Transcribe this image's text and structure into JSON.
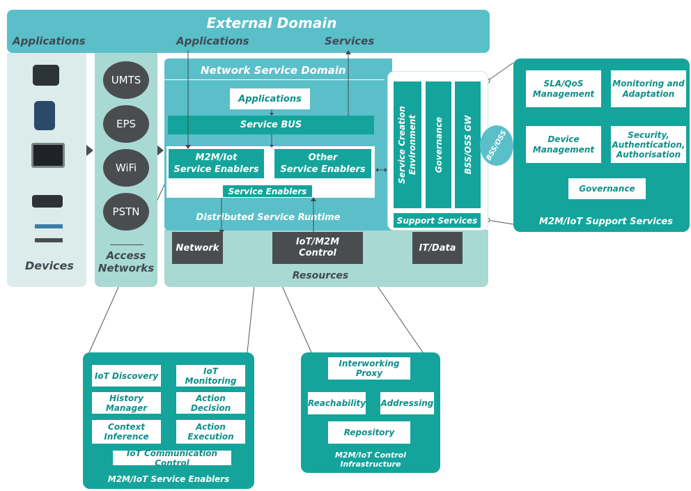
{
  "external_domain": {
    "title": "External Domain",
    "applications_left": "Applications",
    "applications_center": "Applications",
    "services": "Services"
  },
  "devices": {
    "label": "Devices"
  },
  "access_networks": {
    "label_line1": "Access",
    "label_line2": "Networks",
    "items": [
      "UMTS",
      "EPS",
      "WiFi",
      "PSTN"
    ]
  },
  "network_service_domain": {
    "title": "Network Service Domain",
    "applications": "Applications",
    "service_bus": "Service BUS",
    "m2m_enablers_line1": "M2M/Iot",
    "m2m_enablers_line2": "Service Enablers",
    "other_enablers_line1": "Other",
    "other_enablers_line2": "Service Enablers",
    "service_enablers": "Service  Enablers",
    "distributed_runtime": "Distributed Service Runtime"
  },
  "support_panel": {
    "col1_line1": "Service Creation",
    "col1_line2": "Environment",
    "col2": "Governance",
    "col3": "BSS/OSS GW",
    "support_services": "Support Services",
    "bss_oss": "BSS/OSS"
  },
  "resources": {
    "label": "Resources",
    "network": "Network",
    "iot_control_line1": "IoT/M2M",
    "iot_control_line2": "Control",
    "it_data": "IT/Data"
  },
  "support_services_panel": {
    "title": "M2M/IoT Support Services",
    "sla_line1": "SLA/QoS",
    "sla_line2": "Management",
    "monitoring_line1": "Monitoring and",
    "monitoring_line2": "Adaptation",
    "device_line1": "Device",
    "device_line2": "Management",
    "security_line1": "Security,",
    "security_line2": "Authentication,",
    "security_line3": "Authorisation",
    "governance": "Governance"
  },
  "service_enablers_panel": {
    "title": "M2M/IoT Service Enablers",
    "iot_discovery": "IoT Discovery",
    "iot_monitoring": "IoT Monitoring",
    "history_manager": "History Manager",
    "action_decision": "Action Decision",
    "context_line1": "Context",
    "context_line2": "Inference",
    "action_execution": "Action Execution",
    "communication_control": "IoT Communication Control"
  },
  "control_infra_panel": {
    "title": "M2M/IoT Control Infrastructure",
    "interworking_proxy": "Interworking Proxy",
    "reachability": "Reachability",
    "addressing": "Addressing",
    "repository": "Repository"
  },
  "colors": {
    "teal_dark": "#14a49b",
    "teal_mid": "#5bbfca",
    "teal_light": "#a9d9d3",
    "grey_panel": "#dcecea",
    "dark_grey": "#4a4d50"
  }
}
